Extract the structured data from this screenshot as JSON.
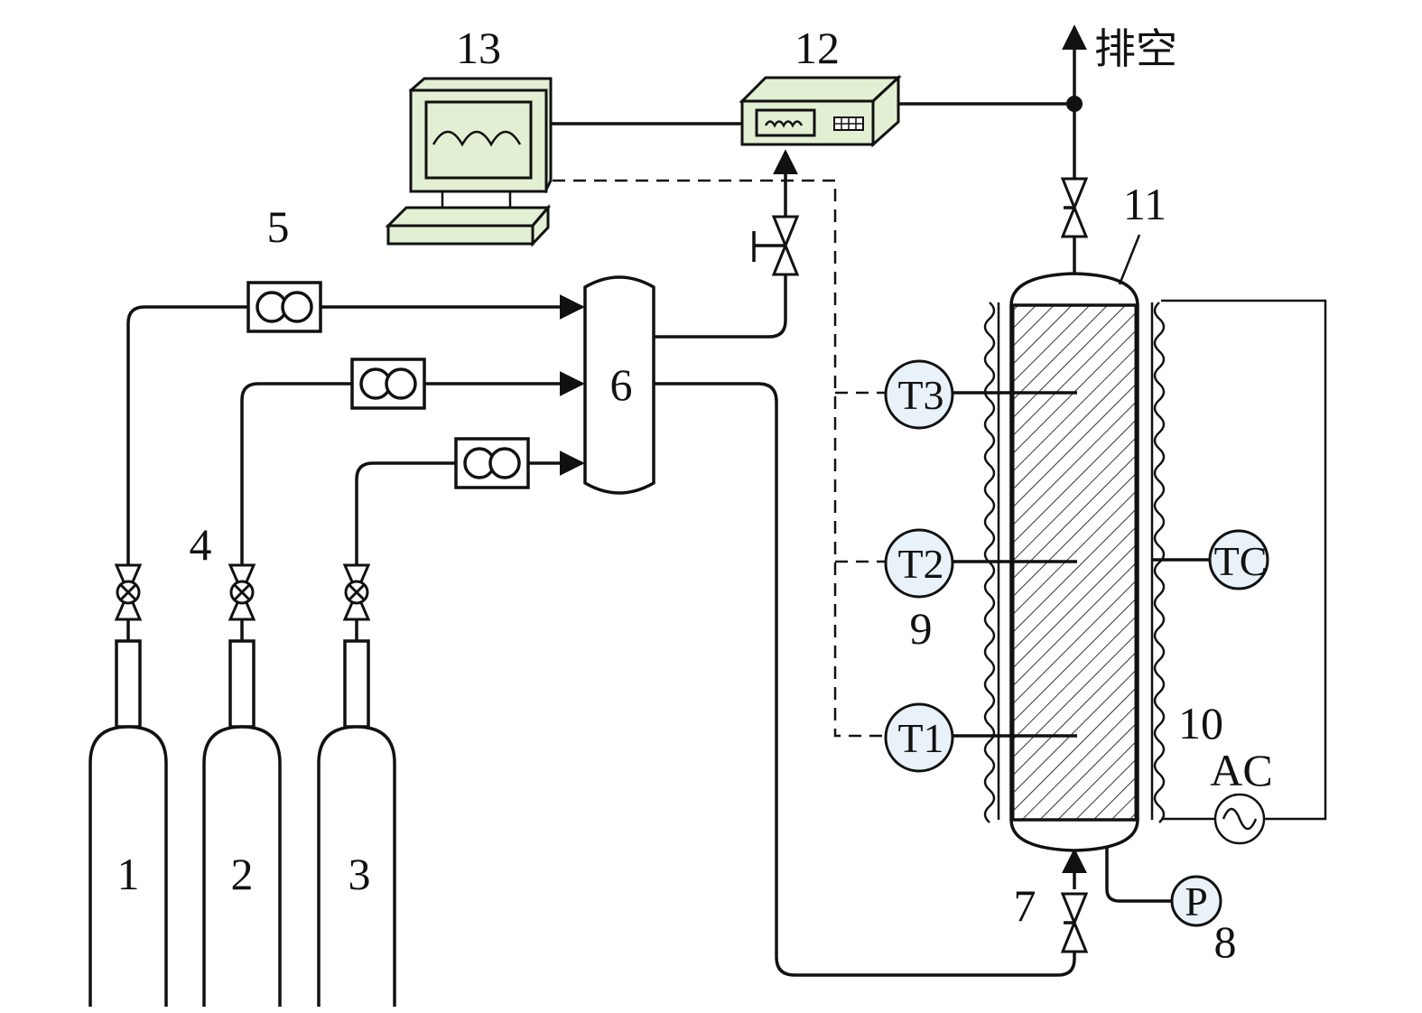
{
  "labels": {
    "cyl1": "1",
    "cyl2": "2",
    "cyl3": "3",
    "valve": "4",
    "flowmeter": "5",
    "mixer": "6",
    "inlet_valve": "7",
    "pressure_num": "8",
    "thermocouple_num": "9",
    "heater": "10",
    "reactor": "11",
    "analyzer": "12",
    "computer": "13",
    "vent": "排空",
    "t1": "T1",
    "t2": "T2",
    "t3": "T3",
    "tc": "TC",
    "p": "P",
    "ac": "AC"
  },
  "colors": {
    "equipment_fill": "#e3efd2",
    "instrument_fill": "#e8f2f8",
    "line": "#111111"
  }
}
